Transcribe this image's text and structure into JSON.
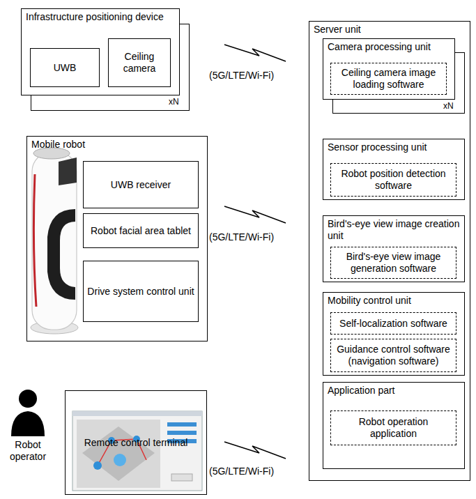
{
  "diagram": {
    "nodes": [
      {
        "text": [
          "Infrastructure positioning device"
        ]
      },
      {
        "text": [
          "UWB"
        ],
        "in": 0
      },
      {
        "text": [
          "Ceiling camera"
        ],
        "in": 0
      },
      {
        "text": [
          "Mobile robot"
        ]
      },
      {
        "text": [
          "UWB receiver"
        ],
        "in": 3
      },
      {
        "text": [
          "Robot facial area tablet"
        ],
        "in": 3
      },
      {
        "text": [
          "Drive system control unit"
        ],
        "in": 3
      },
      {
        "text": [
          "Remote control terminal"
        ]
      },
      {
        "text": [
          "Server unit"
        ]
      },
      {
        "text": [
          "Camera processing unit"
        ],
        "in": 8
      },
      {
        "text": [
          "Ceiling camera image loading software"
        ],
        "in": 9
      },
      {
        "text": [
          "Sensor processing unit"
        ],
        "in": 8
      },
      {
        "text": [
          "Robot position detection software"
        ],
        "in": 11
      },
      {
        "text": [
          "Bird's-eye view image creation unit"
        ],
        "in": 8
      },
      {
        "text": [
          "Bird's-eye view image generation software"
        ],
        "in": 13
      },
      {
        "text": [
          "Mobility control unit"
        ],
        "in": 8
      },
      {
        "text": [
          "Self-localization software"
        ],
        "in": 15
      },
      {
        "text": [
          "Guidance control software (navigation software)"
        ],
        "in": 15
      },
      {
        "text": [
          "Application part"
        ],
        "in": 8
      },
      {
        "text": [
          "Robot operation application"
        ],
        "in": 18
      }
    ],
    "labels": [
      "xN",
      "xN",
      "(5G/LTE/Wi-Fi)",
      "(5G/LTE/Wi-Fi)",
      "(5G/LTE/Wi-Fi)",
      "Robot operator"
    ]
  }
}
